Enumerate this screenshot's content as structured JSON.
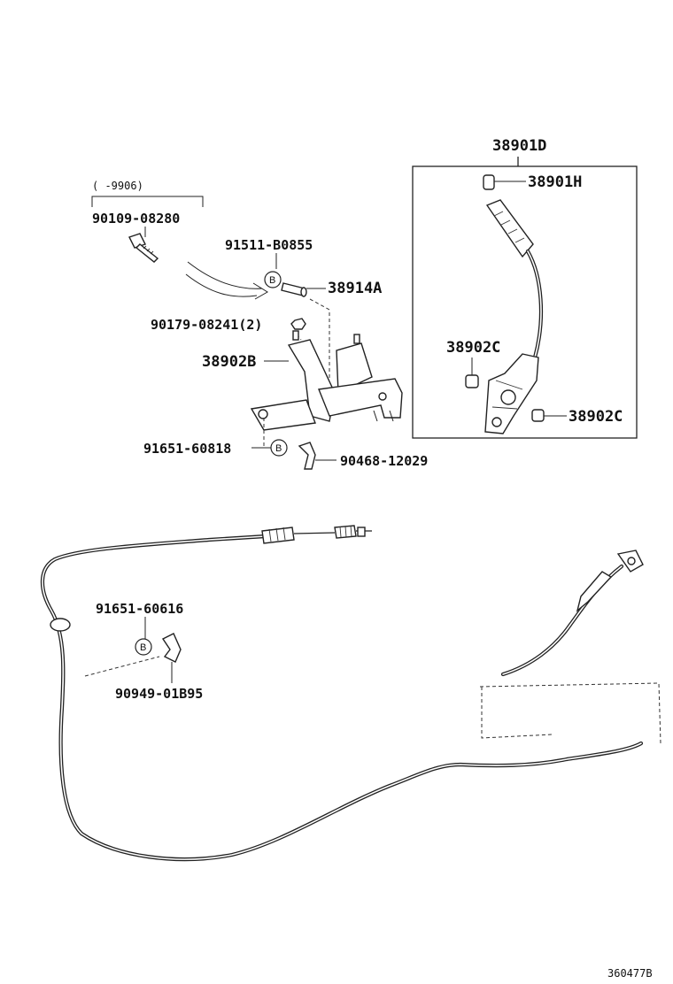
{
  "diagram": {
    "labels": {
      "p38901D": "38901D",
      "p38901H": "38901H",
      "p38902C_left": "38902C",
      "p38902C_right": "38902C",
      "date_range": "( -9906)",
      "p90109": "90109-08280",
      "p91511": "91511-B0855",
      "p38914A": "38914A",
      "p90179": "90179-08241(2)",
      "p38902B": "38902B",
      "p91651_60818": "91651-60818",
      "p90468": "90468-12029",
      "p91651_60616": "91651-60616",
      "p90949": "90949-01B95",
      "ref_code": "360477B"
    },
    "marks": {
      "b1": "B",
      "b2": "B",
      "b3": "B"
    }
  }
}
